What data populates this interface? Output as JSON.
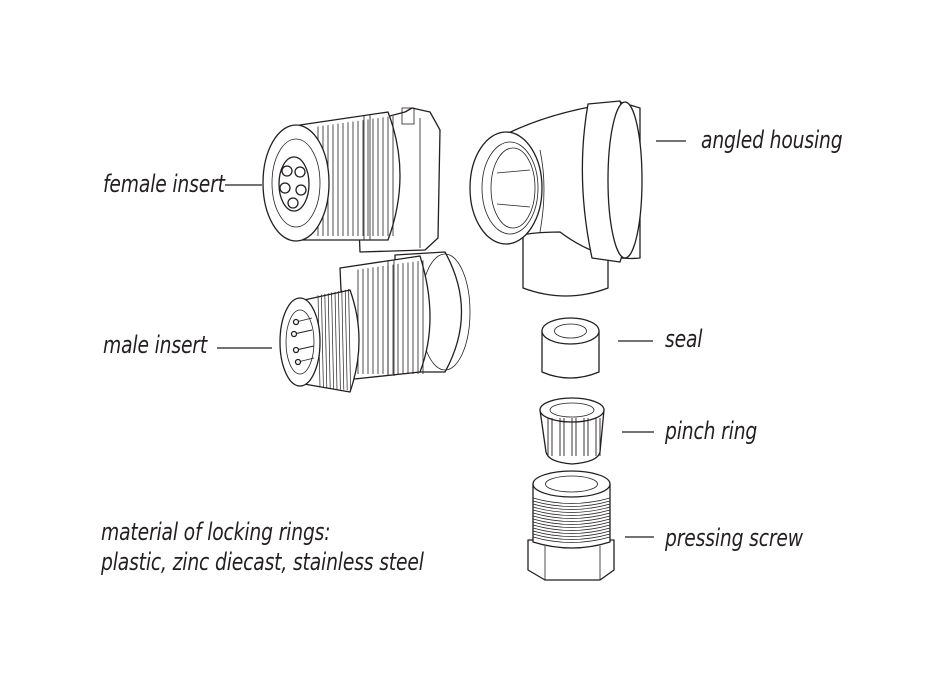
{
  "labels": {
    "angled_housing": "angled housing",
    "female_insert": "female insert",
    "male_insert": "male insert",
    "seal": "seal",
    "pinch_ring": "pinch ring",
    "pressing_screw": "pressing screw"
  },
  "note": {
    "line1": "material of locking rings:",
    "line2": "plastic, zinc diecast, stainless steel"
  },
  "colors": {
    "ink": "#231f20",
    "background": "#ffffff"
  }
}
